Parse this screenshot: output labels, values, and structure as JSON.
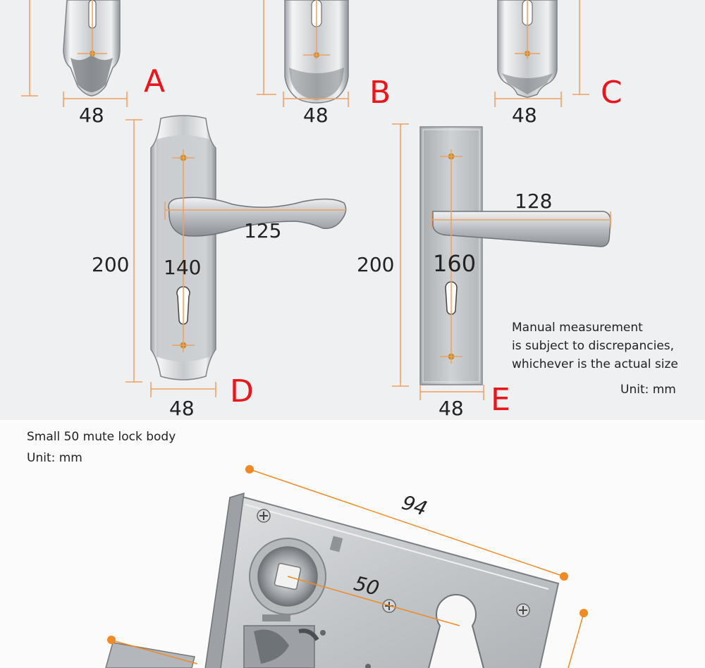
{
  "colors": {
    "label_red": "#e8171c",
    "dimension_line": "#f0a060",
    "orange_marker": "#f08a24",
    "steel": "#c9ccd0"
  },
  "handles": {
    "A": {
      "letter": "A",
      "width": "48"
    },
    "B": {
      "letter": "B",
      "width": "48"
    },
    "C": {
      "letter": "C",
      "width": "48"
    },
    "D": {
      "letter": "D",
      "width": "48",
      "height": "200",
      "hole_spacing": "140",
      "lever_length": "125"
    },
    "E": {
      "letter": "E",
      "width": "48",
      "height": "200",
      "hole_spacing": "160",
      "lever_length": "128"
    }
  },
  "note": {
    "line1": "Manual measurement",
    "line2": "is subject to discrepancies,",
    "line3": "whichever is the actual size",
    "unit": "Unit: mm"
  },
  "lock_body": {
    "title": "Small 50 mute lock body",
    "unit": "Unit: mm",
    "length": "94",
    "backset": "50"
  },
  "icons": [
    "screw-icon",
    "keyhole-icon",
    "spindle-hole-icon"
  ]
}
